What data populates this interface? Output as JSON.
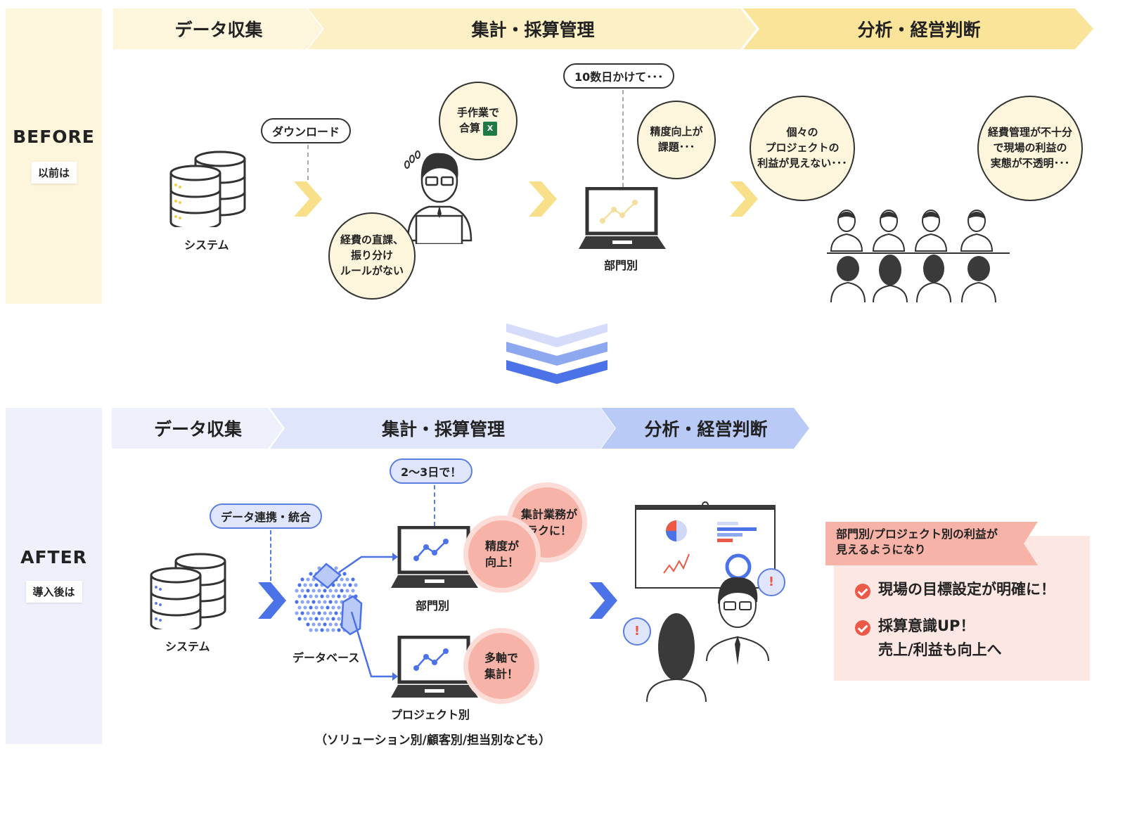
{
  "colors": {
    "before_panel": "#fdf6dc",
    "before_stage_1": "#fdf6dc",
    "before_stage_2": "#fcf0c4",
    "before_stage_3": "#fae49a",
    "before_chevron": "#f8e08a",
    "after_panel": "#eef1fc",
    "after_stage_1": "#eef1fc",
    "after_stage_2": "#dfe6fb",
    "after_stage_3": "#b9caf6",
    "after_accent": "#4b72e6",
    "result_tag": "#f7b3a7",
    "result_box": "#fde7e3",
    "check": "#ea5a47"
  },
  "before": {
    "title": "BEFORE",
    "badge": "以前は",
    "stages": [
      "データ収集",
      "集計・採算管理",
      "分析・経営判断"
    ],
    "system_label": "システム",
    "download_pill": "ダウンロード",
    "bubble_manual": [
      "手作業で",
      "合算"
    ],
    "bubble_rules": [
      "経費の直課、",
      "振り分け",
      "ルールがない"
    ],
    "days_pill": "10数日かけて･･･",
    "bubble_accuracy": [
      "精度向上が",
      "課題･･･"
    ],
    "laptop_label": "部門別",
    "bubble_projects": [
      "個々の",
      "プロジェクトの",
      "利益が見えない･･･"
    ],
    "bubble_expenses": [
      "経費管理が不十分",
      "で現場の利益の",
      "実態が不透明･･･"
    ]
  },
  "after": {
    "title": "AFTER",
    "badge": "導入後は",
    "stages": [
      "データ収集",
      "集計・採算管理",
      "分析・経営判断"
    ],
    "system_label": "システム",
    "integration_pill": "データ連携・統合",
    "database_label": "データベース",
    "days_pill": "2〜3日で！",
    "laptop_dept_label": "部門別",
    "laptop_project_label": "プロジェクト別",
    "breakdown_note": "（ソリューション別/顧客別/担当別なども）",
    "bubble_accuracy": [
      "精度が",
      "向上！"
    ],
    "bubble_easier": [
      "集計業務が",
      "ラクに！"
    ],
    "bubble_multi": [
      "多軸で",
      "集計！"
    ],
    "result_tag": [
      "部門別/プロジェクト別の利益が",
      "見えるようになり"
    ],
    "results": [
      [
        "現場の目標設定が明確に！"
      ],
      [
        "採算意識UP！",
        "売上/利益も向上へ"
      ]
    ]
  },
  "icons": {
    "excel": "excel-icon",
    "exclaim": "!"
  }
}
